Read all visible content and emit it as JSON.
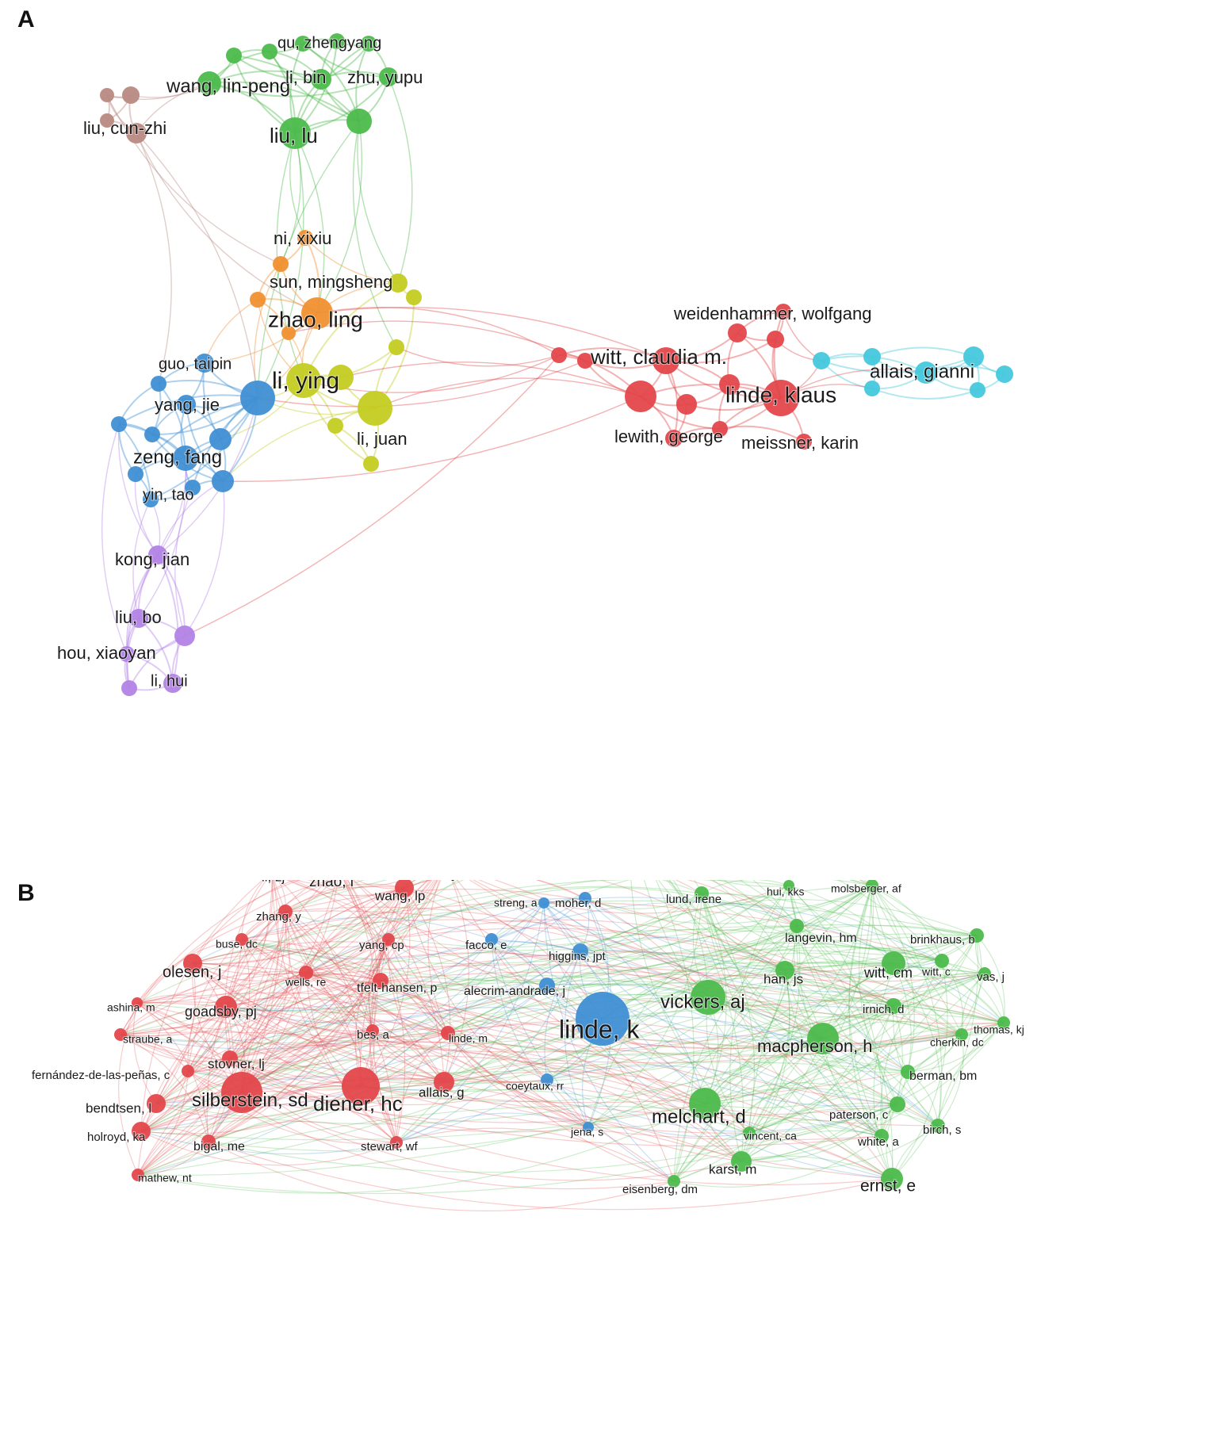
{
  "panels": [
    {
      "letter": "A",
      "colors": {
        "green": "#4cbb4c",
        "brown": "#b88a82",
        "orange": "#f0902f",
        "yellow": "#c4cc22",
        "blue": "#3f8fd4",
        "purple": "#b283e6",
        "red": "#e3474b",
        "cyan": "#44c8dc"
      },
      "labels": [
        "qu, zhengyang",
        "wang, lin-peng",
        "li, bin",
        "zhu, yupu",
        "liu, cun-zhi",
        "liu, lu",
        "ni, xixiu",
        "sun, mingsheng",
        "zhao, ling",
        "guo, taipin",
        "li, ying",
        "yang, jie",
        "li, juan",
        "zeng, fang",
        "yin, tao",
        "kong, jian",
        "liu, bo",
        "hou, xiaoyan",
        "li, hui",
        "weidenhammer, wolfgang",
        "witt, claudia m.",
        "allais, gianni",
        "linde, klaus",
        "lewith, george",
        "meissner, karin"
      ]
    },
    {
      "letter": "B",
      "colors": {
        "red": "#e3474b",
        "green": "#4cbb4c",
        "blue": "#3f8fd4"
      },
      "labels": [
        "kong, j",
        "li, zj",
        "li, y",
        "zhao, l",
        "lund, irene",
        "hui, kks",
        "molsberger, af",
        "wang, lp",
        "streng, a",
        "moher, d",
        "zhang, y",
        "langevin, hm",
        "brinkhaus, b",
        "buse, dc",
        "yang, cp",
        "facco, e",
        "higgins, jpt",
        "witt, cm",
        "witt, c",
        "olesen, j",
        "han, js",
        "vas, j",
        "wells, re",
        "tfelt-hansen, p",
        "alecrim-andrade, j",
        "vickers, aj",
        "ashina, m",
        "goadsby, pj",
        "irnich, d",
        "linde, k",
        "thomas, kj",
        "bes, a",
        "straube, a",
        "macpherson, h",
        "linde, m",
        "cherkin, dc",
        "stovner, lj",
        "fernández-de-las-peñas, c",
        "coeytaux, rr",
        "berman, bm",
        "allais, g",
        "silberstein, sd",
        "diener, hc",
        "bendtsen, l",
        "melchart, d",
        "paterson, c",
        "holroyd, ka",
        "jena, s",
        "vincent, ca",
        "birch, s",
        "bigal, me",
        "stewart, wf",
        "white, a",
        "karst, m",
        "ernst, e",
        "mathew, nt",
        "eisenberg, dm"
      ]
    }
  ]
}
